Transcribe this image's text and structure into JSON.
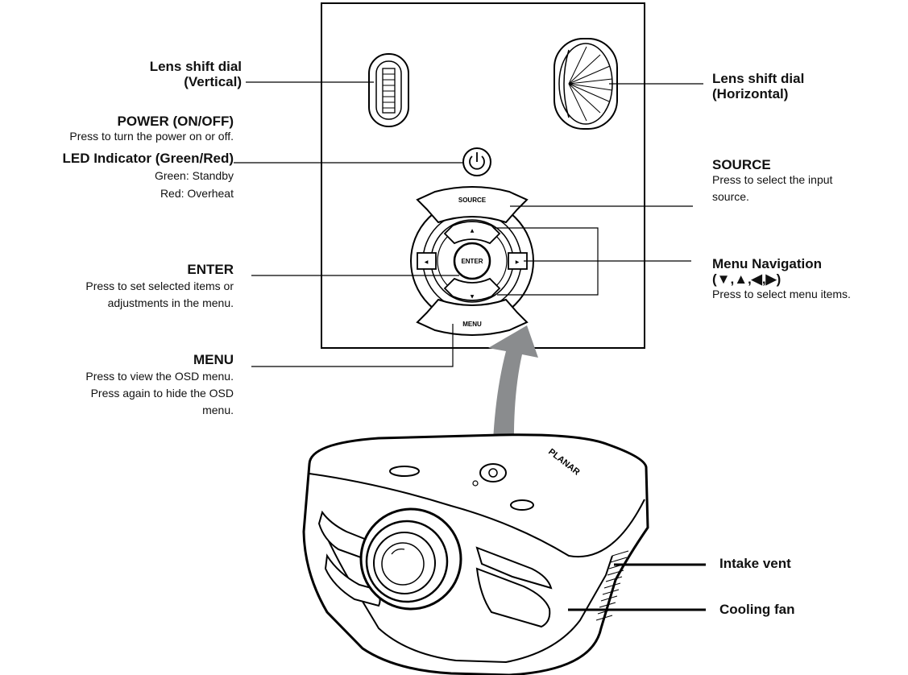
{
  "labels": {
    "lens_v_title1": "Lens shift dial",
    "lens_v_title2": "(Vertical)",
    "power_title": "POWER (ON/OFF)",
    "power_desc": "Press to turn the power on or off.",
    "led_title": "LED Indicator (Green/Red)",
    "led_green": "Green: Standby",
    "led_red": "Red: Overheat",
    "enter_title": "ENTER",
    "enter_desc1": "Press to set selected items or",
    "enter_desc2": "adjustments in the menu.",
    "menu_title": "MENU",
    "menu_desc1": "Press to view the OSD menu.",
    "menu_desc2": "Press again to hide the OSD",
    "menu_desc3": "menu.",
    "lens_h_title1": "Lens shift dial",
    "lens_h_title2": "(Horizontal)",
    "source_title": "SOURCE",
    "source_desc1": "Press to select the input",
    "source_desc2": "source.",
    "nav_title1": "Menu Navigation",
    "nav_title2": "(▼,▲,◀,▶)",
    "nav_desc": "Press to select menu items.",
    "intake_title": "Intake vent",
    "fan_title": "Cooling fan"
  },
  "panel_buttons": {
    "source": "SOURCE",
    "enter": "ENTER",
    "menu": "MENU",
    "up": "▲",
    "down": "▼",
    "left": "◀",
    "right": "▶"
  },
  "brand": "PLANAR",
  "colors": {
    "line": "#000000",
    "arrow": "#8a8c8e",
    "panel_bg": "#ffffff"
  }
}
